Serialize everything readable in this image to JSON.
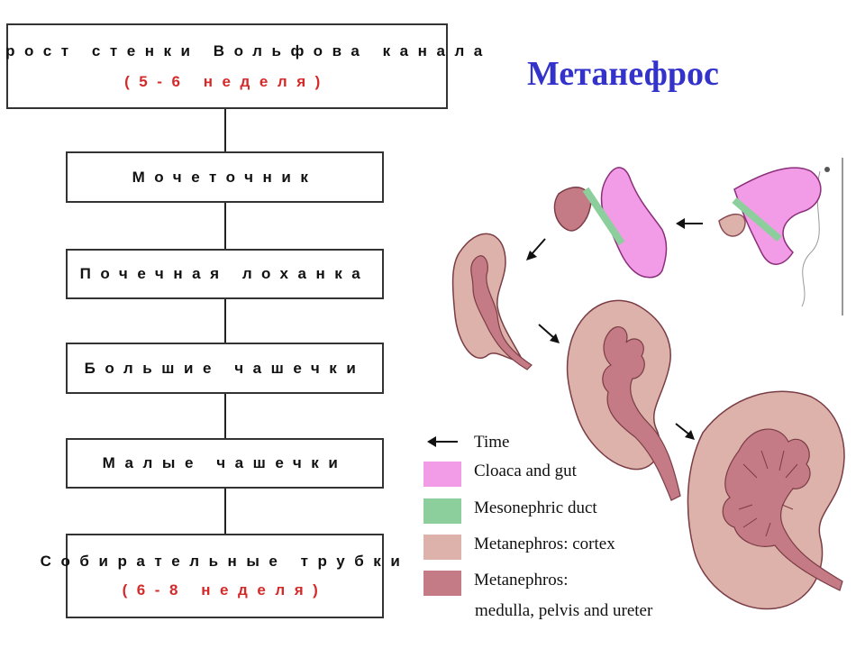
{
  "title": "Метанефрос",
  "flow": [
    {
      "text": "Вырост стенки Вольфова канала",
      "sub": "(5-6 неделя)"
    },
    {
      "text": "Мочеточник"
    },
    {
      "text": "Почечная лоханка"
    },
    {
      "text": "Большие чашечки"
    },
    {
      "text": "Малые чашечки"
    },
    {
      "text": "Собирательные трубки",
      "sub": "(6-8 неделя)"
    }
  ],
  "legend": {
    "time": "Time",
    "items": [
      {
        "label": "Cloaca and gut",
        "color": "#f29be6"
      },
      {
        "label": "Mesonephric duct",
        "color": "#8ccf9c"
      },
      {
        "label": "Metanephros: cortex",
        "color": "#dcb2aa"
      },
      {
        "label": "Metanephros:",
        "label2": "medulla, pelvis and ureter",
        "color": "#c57b86"
      }
    ]
  },
  "colors": {
    "title": "#3333cc",
    "sub_text": "#d42a2a",
    "cortex": "#dcb2aa",
    "medulla": "#c57b86",
    "cloaca": "#f29be6",
    "mesonephric": "#8ccf9c"
  }
}
